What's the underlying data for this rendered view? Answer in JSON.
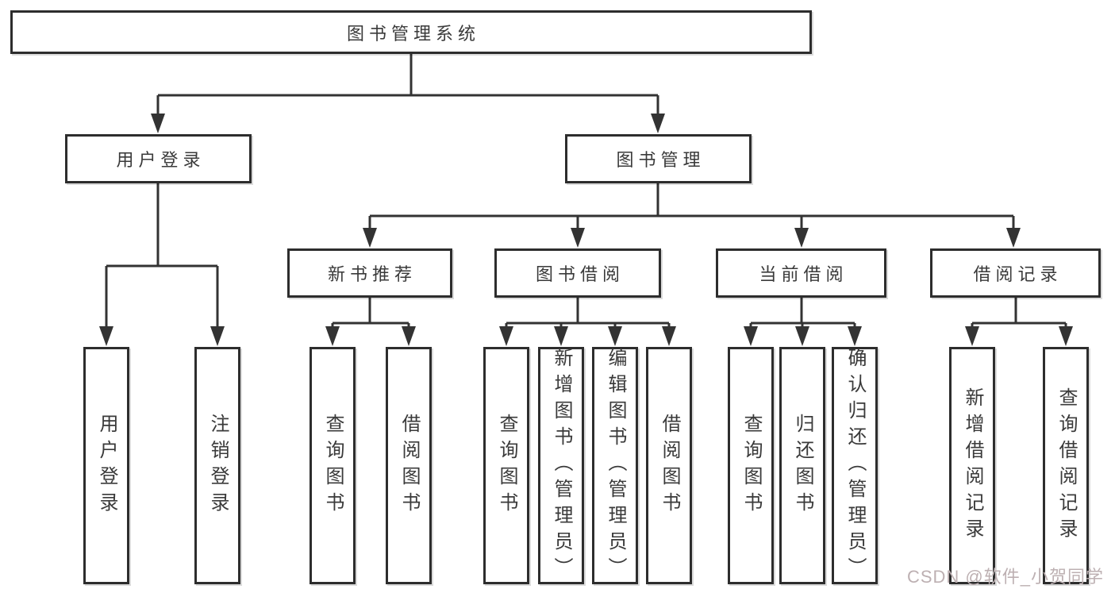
{
  "diagram_type": "hierarchy-tree",
  "tree": {
    "label": "图书管理系统",
    "children": [
      {
        "label": "用户登录",
        "children": [
          {
            "label": "用户登录"
          },
          {
            "label": "注销登录"
          }
        ]
      },
      {
        "label": "图书管理",
        "children": [
          {
            "label": "新书推荐",
            "children": [
              {
                "label": "查询图书"
              },
              {
                "label": "借阅图书"
              }
            ]
          },
          {
            "label": "图书借阅",
            "children": [
              {
                "label": "查询图书"
              },
              {
                "label": "新增图书（管理员）"
              },
              {
                "label": "编辑图书（管理员）"
              },
              {
                "label": "借阅图书"
              }
            ]
          },
          {
            "label": "当前借阅",
            "children": [
              {
                "label": "查询图书"
              },
              {
                "label": "归还图书"
              },
              {
                "label": "确认归还（管理员）"
              }
            ]
          },
          {
            "label": "借阅记录",
            "children": [
              {
                "label": "新增借阅记录"
              },
              {
                "label": "查询借阅记录"
              }
            ]
          }
        ]
      }
    ]
  },
  "watermark": {
    "text": "CSDN @软件_小贺同学"
  },
  "colors": {
    "line": "#333333",
    "box_border": "#2d2d2d",
    "text": "#3a3a3a",
    "watermark": "#bdb0b2",
    "background": "#ffffff"
  }
}
